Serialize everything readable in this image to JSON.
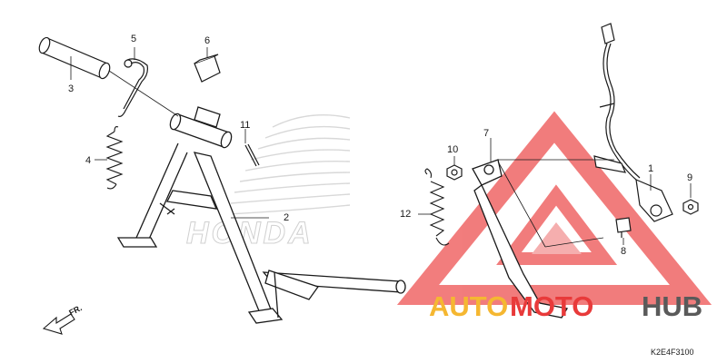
{
  "diagram": {
    "callouts": [
      {
        "id": "1",
        "label": "1"
      },
      {
        "id": "2",
        "label": "2"
      },
      {
        "id": "3",
        "label": "3"
      },
      {
        "id": "4",
        "label": "4"
      },
      {
        "id": "5",
        "label": "5"
      },
      {
        "id": "6",
        "label": "6"
      },
      {
        "id": "7",
        "label": "7"
      },
      {
        "id": "8",
        "label": "8"
      },
      {
        "id": "9",
        "label": "9"
      },
      {
        "id": "10",
        "label": "10"
      },
      {
        "id": "11",
        "label": "11"
      },
      {
        "id": "12",
        "label": "12"
      }
    ],
    "direction_label": "FR.",
    "diagram_code": "K2E4F3100"
  },
  "watermarks": {
    "brand_logo_text": "HONDA",
    "site_name_part1": "AUTO",
    "site_name_part2": "MOTO",
    "site_name_part3": "HUB",
    "colors": {
      "orange": "#f5b731",
      "red": "#e83a3a",
      "gray": "#5a5a5a",
      "triangle_red": "#f06b6b"
    }
  },
  "colors": {
    "line": "#1a1a1a",
    "background": "#ffffff"
  }
}
